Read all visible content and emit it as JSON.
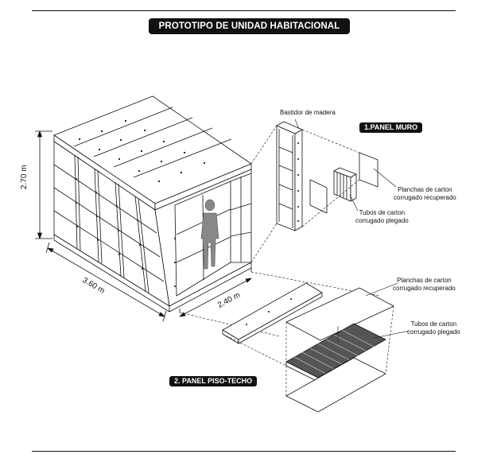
{
  "title": "PROTOTIPO DE UNIDAD HABITACIONAL",
  "sections": {
    "panel_muro": "1.PANEL MURO",
    "panel_piso_techo": "2. PANEL PISO-TECHO"
  },
  "labels": {
    "bastidor": "Bastidor de madera",
    "muro_planchas_1": "Planchas de carton",
    "muro_planchas_2": "corrugado recuperado",
    "muro_tubos_1": "Tubos de carton",
    "muro_tubos_2": "corrugado plegado",
    "piso_planchas_1": "Planchas de carton",
    "piso_planchas_2": "corrugado recuperado",
    "piso_tubos_1": "Tubos de carton",
    "piso_tubos_2": "corrugado plegado"
  },
  "dimensions": {
    "height": "2.70 m",
    "length": "3.60 m",
    "width": "2.40 m"
  }
}
